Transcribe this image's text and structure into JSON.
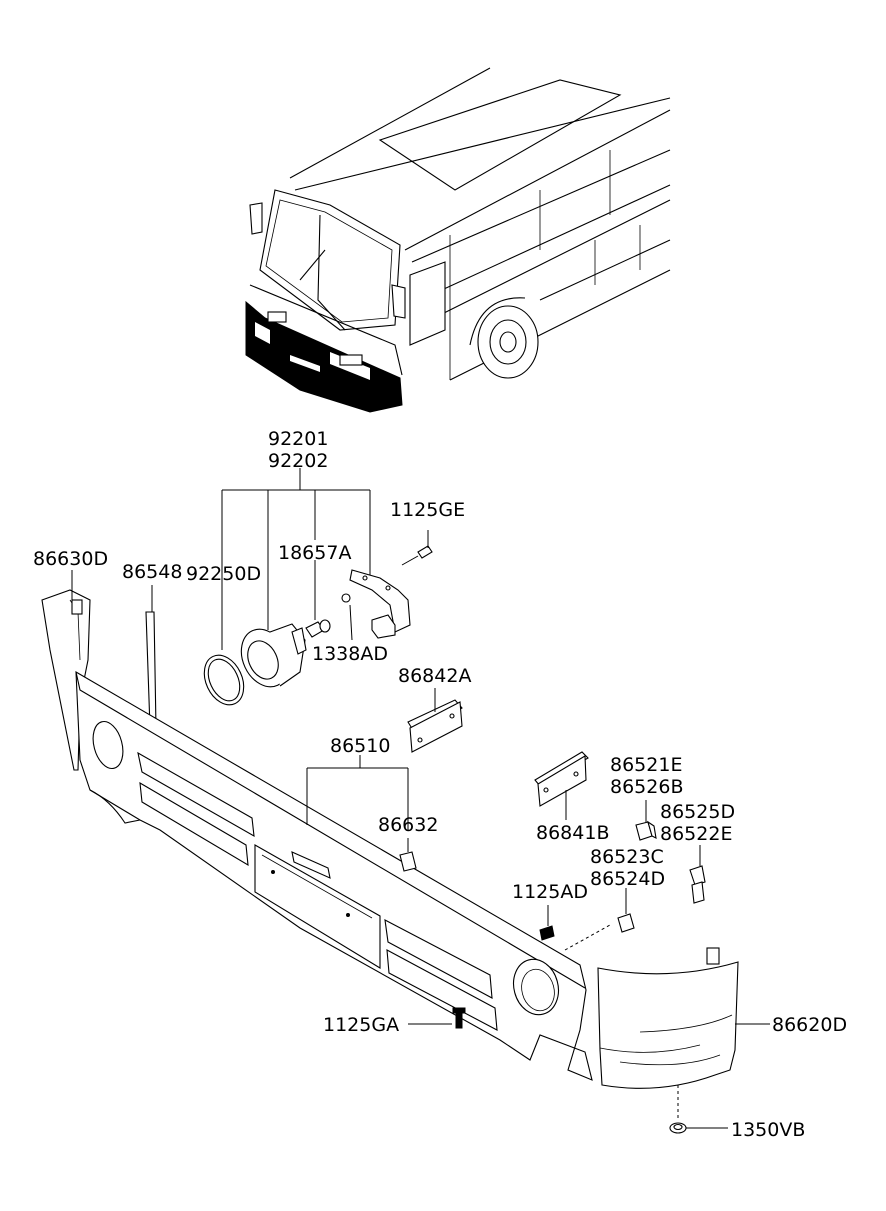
{
  "labels": {
    "p92201": "92201",
    "p92202": "92202",
    "p1125GE": "1125GE",
    "p86630D": "86630D",
    "p86548": "86548",
    "p92250D": "92250D",
    "p18657A": "18657A",
    "p1338AD": "1338AD",
    "p86842A": "86842A",
    "p86510": "86510",
    "p86521E": "86521E",
    "p86526B": "86526B",
    "p86632": "86632",
    "p86841B": "86841B",
    "p86525D": "86525D",
    "p86522E": "86522E",
    "p86523C": "86523C",
    "p86524D": "86524D",
    "p1125AD": "1125AD",
    "p1125GA": "1125GA",
    "p86620D": "86620D",
    "p1350VB": "1350VB"
  }
}
